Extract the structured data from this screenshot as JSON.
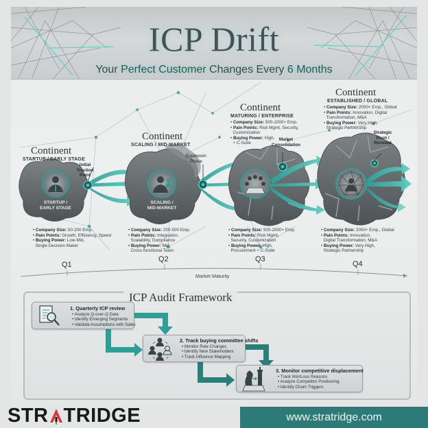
{
  "header": {
    "title": "ICP Drift",
    "subtitle_parts": [
      "Your ",
      "Perfect Customer",
      " Changes Every ",
      "6 Months"
    ]
  },
  "stages": [
    {
      "continent": "Continent",
      "stage": "STARTUP / EARLY STAGE",
      "blob_label": [
        "STARTUP /",
        "EARLY STAGE"
      ],
      "icon": "businessman-icon",
      "callout": [
        "Initial",
        "Traction",
        "Point"
      ],
      "bullets": [
        {
          "k": "Company Size:",
          "v": " 50-200 Emp."
        },
        {
          "k": "Pain Points:",
          "v": " Growth, Efficiency, Speed"
        },
        {
          "k": "Buying Power:",
          "v": " Low-Mid,",
          "v2": "Single Decision Maker"
        }
      ],
      "quarter": "Q1"
    },
    {
      "continent": "Continent",
      "stage": "SCALING / MID-MARKET",
      "blob_label": [
        "SCALING /",
        "MID-MARKET"
      ],
      "icon": "manager-team-icon",
      "callout": [
        "Expansion",
        "Phase"
      ],
      "bullets": [
        {
          "k": "Company Size:",
          "v": " 200-500 Emp."
        },
        {
          "k": "Pain Points:",
          "v": " Integration,",
          "v2": "Scalability, Compliance"
        },
        {
          "k": "Buying Power:",
          "v": " Mid,",
          "v2": "Cross-functional Team"
        }
      ],
      "quarter": "Q2"
    },
    {
      "continent": "Continent",
      "stage": "MATURING / ENTERPRISE",
      "icon": "boardroom-icon",
      "callout": [
        "Market",
        "Consolidation"
      ],
      "top_bullets": [
        {
          "k": "Company Size:",
          "v": " 500-2000+ Emp."
        },
        {
          "k": "Pain Points:",
          "v": " Risk Mgmt, Security,",
          "v2": "Customization"
        },
        {
          "k": "Buying Power:",
          "v": " High,",
          "v2": "+ C-Suite"
        }
      ],
      "bullets": [
        {
          "k": "Company Size:",
          "v": " 500-2000+ Emp."
        },
        {
          "k": "Pain Points:",
          "v": " Risk Mgmt,",
          "v2": "Security, Customization"
        },
        {
          "k": "Buying Power:",
          "v": " High,",
          "v2": "Procurement + C-Suite"
        }
      ],
      "quarter": "Q3"
    },
    {
      "continent": "Continent",
      "stage": "ESTABLISHED / GLOBAL",
      "icon": "global-network-executive-icon",
      "callout": [
        "Strategic",
        "Pivot /",
        "Renewal"
      ],
      "top_bullets": [
        {
          "k": "Company Size:",
          "v": " 2000+ Emp., Global"
        },
        {
          "k": "Pain Points:",
          "v": " Innovation, Digital",
          "v2": "Transformation, M&A"
        },
        {
          "k": "Buying Power:",
          "v": " Very High,",
          "v2": "Strategic Partnership"
        }
      ],
      "bullets": [
        {
          "k": "Company Size:",
          "v": " 2000+ Emp., Global"
        },
        {
          "k": "Pain Points:",
          "v": " Innovation,",
          "v2": "Digital Transformation, M&A"
        },
        {
          "k": "Buying Power:",
          "v": " Very High,",
          "v2": "Strategic Partnership"
        }
      ],
      "quarter": "Q4"
    }
  ],
  "timeline": {
    "axis_label": "Market Maturity"
  },
  "audit": {
    "title": "ICP Audit Framework",
    "steps": [
      {
        "title": "1. Quarterly ICP review",
        "icon": "document-magnifier-icon",
        "items": [
          "Analyze Q-over-Q Data",
          "Identify Emerging Segments",
          "Validate Assumptions with Sales"
        ]
      },
      {
        "title": "2. Track buying committee shifts",
        "icon": "buying-committee-icon",
        "items": [
          "Monitor Role Changes",
          "Identify New Stakeholders",
          "Track Influence Mapping"
        ]
      },
      {
        "title": "3. Monitor competitive displacement",
        "icon": "chess-pieces-icon",
        "items": [
          "Track Win/Loss Reasons",
          "Analyze Competitor Positioning",
          "Identify Churn Triggers"
        ]
      }
    ]
  },
  "footer": {
    "logo_left": "STR",
    "logo_right": "TRIDGE",
    "url": "www.stratridge.com"
  },
  "colors": {
    "teal": "#2f9e97",
    "teal_dark": "#2c7b78",
    "blob_gray": "#6f7577",
    "logo_red": "#e0343a"
  }
}
